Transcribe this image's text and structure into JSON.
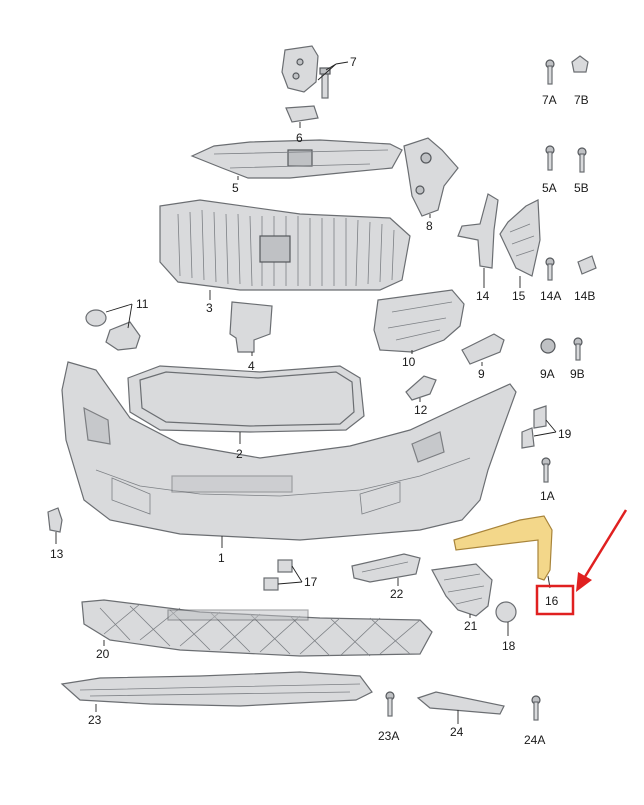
{
  "diagram": {
    "callouts": [
      {
        "id": "p1",
        "label": "1"
      },
      {
        "id": "p2",
        "label": "2"
      },
      {
        "id": "p3",
        "label": "3"
      },
      {
        "id": "p4",
        "label": "4"
      },
      {
        "id": "p5",
        "label": "5"
      },
      {
        "id": "p6",
        "label": "6"
      },
      {
        "id": "p7",
        "label": "7"
      },
      {
        "id": "p7a",
        "label": "7A"
      },
      {
        "id": "p7b",
        "label": "7B"
      },
      {
        "id": "p8",
        "label": "8"
      },
      {
        "id": "p9",
        "label": "9"
      },
      {
        "id": "p9a",
        "label": "9A"
      },
      {
        "id": "p9b",
        "label": "9B"
      },
      {
        "id": "p10",
        "label": "10"
      },
      {
        "id": "p11",
        "label": "11"
      },
      {
        "id": "p12",
        "label": "12"
      },
      {
        "id": "p13",
        "label": "13"
      },
      {
        "id": "p14",
        "label": "14"
      },
      {
        "id": "p14a",
        "label": "14A"
      },
      {
        "id": "p14b",
        "label": "14B"
      },
      {
        "id": "p15",
        "label": "15"
      },
      {
        "id": "p16",
        "label": "16"
      },
      {
        "id": "p17",
        "label": "17"
      },
      {
        "id": "p18",
        "label": "18"
      },
      {
        "id": "p19",
        "label": "19"
      },
      {
        "id": "p1a",
        "label": "1A"
      },
      {
        "id": "p5a",
        "label": "5A"
      },
      {
        "id": "p5b",
        "label": "5B"
      },
      {
        "id": "p20",
        "label": "20"
      },
      {
        "id": "p21",
        "label": "21"
      },
      {
        "id": "p22",
        "label": "22"
      },
      {
        "id": "p23",
        "label": "23"
      },
      {
        "id": "p23a",
        "label": "23A"
      },
      {
        "id": "p24",
        "label": "24"
      },
      {
        "id": "p24a",
        "label": "24A"
      }
    ],
    "highlight": {
      "part": "16",
      "box_color": "#e02020",
      "arrow_color": "#e02020",
      "part_color": "#f3d78a"
    }
  }
}
